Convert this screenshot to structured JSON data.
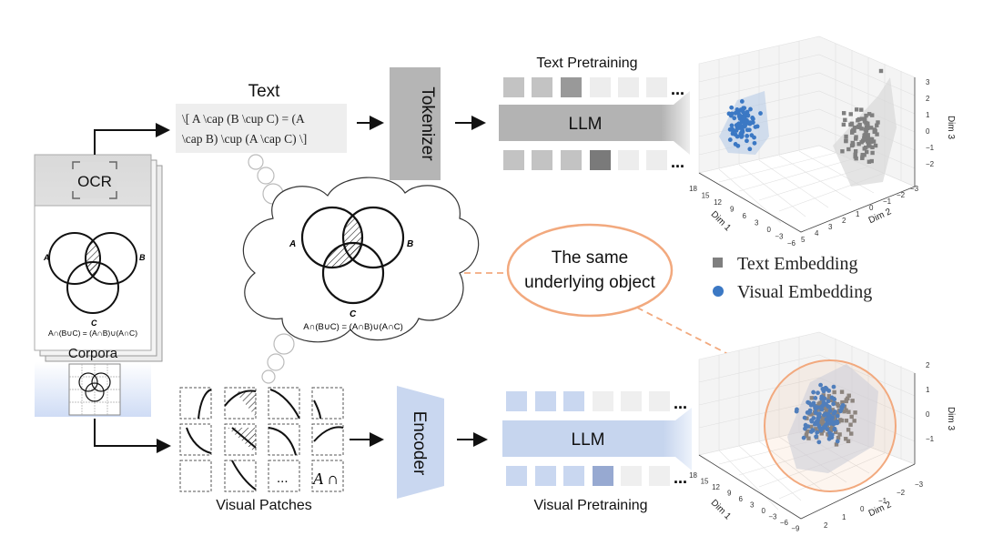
{
  "labels": {
    "ocr": "OCR",
    "corpora": "Corpora",
    "text_title": "Text",
    "latex_line1": "\\[ A \\cap (B \\cup C) = (A",
    "latex_line2": "\\cap B) \\cup (A \\cap C) \\]",
    "tokenizer": "Tokenizer",
    "encoder": "Encoder",
    "llm_top": "LLM",
    "llm_bottom": "LLM",
    "text_pretraining": "Text Pretraining",
    "visual_pretraining": "Visual Pretraining",
    "visual_patches": "Visual Patches",
    "ellipsis": "...",
    "patch_ellipsis": "...",
    "same_object_line1": "The same",
    "same_object_line2": "underlying object",
    "venn_label_a": "A",
    "venn_label_b": "B",
    "venn_label_c": "C",
    "venn_formula": "A∩(B∪C) = (A∩B)∪(A∩C)",
    "patch_text": "A ∩"
  },
  "legend": {
    "text_embedding": "Text Embedding",
    "visual_embedding": "Visual Embedding"
  },
  "plot_top": {
    "z_label": "Dim 3",
    "x_label": "Dim 1",
    "y_label": "Dim 2",
    "z_ticks": [
      "3",
      "2",
      "1",
      "0",
      "−1",
      "−2"
    ],
    "x_ticks": [
      "18",
      "15",
      "12",
      "9",
      "6",
      "3",
      "0",
      "−3",
      "−6"
    ],
    "y_ticks": [
      "5",
      "4",
      "3",
      "2",
      "1",
      "0",
      "−1",
      "−2",
      "−3"
    ]
  },
  "plot_bottom": {
    "z_label": "Dim 3",
    "x_label": "Dim 1",
    "y_label": "Dim 2",
    "z_ticks": [
      "2",
      "1",
      "0",
      "−1"
    ],
    "x_ticks": [
      "18",
      "15",
      "12",
      "9",
      "6",
      "3",
      "0",
      "−3",
      "−6",
      "−9"
    ],
    "y_ticks": [
      "2",
      "1",
      "0",
      "−1",
      "−2",
      "−3"
    ]
  },
  "colors": {
    "text_embedding": "#7f7f7f",
    "visual_embedding": "#3b78c4",
    "highlight": "#f2a97e",
    "blue_box": "#cfdcf2"
  }
}
